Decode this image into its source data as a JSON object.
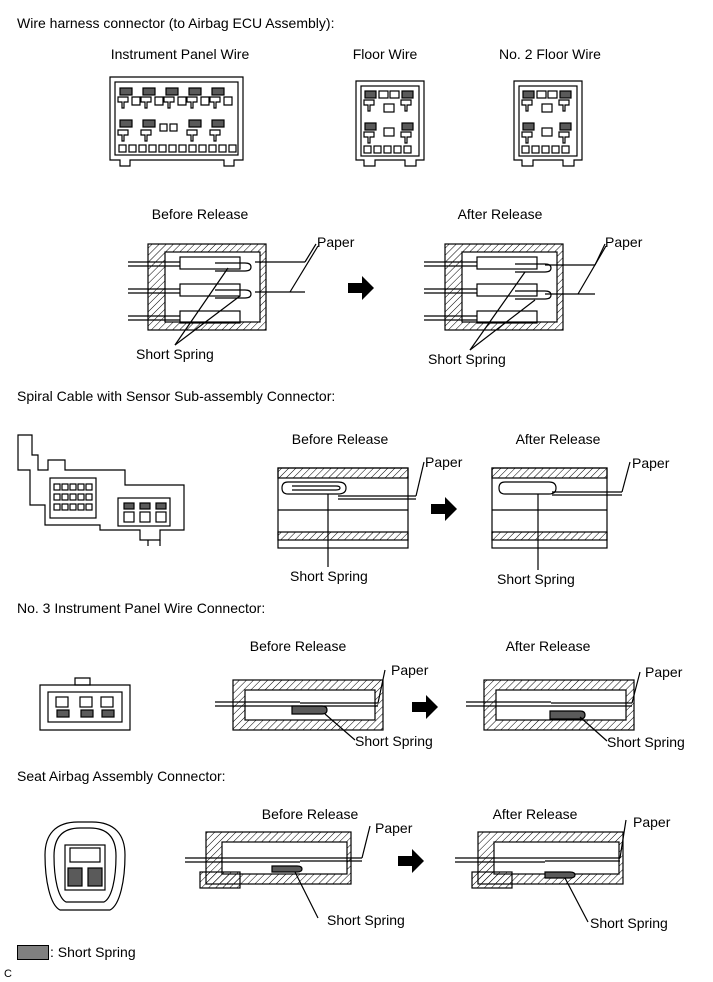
{
  "sections": [
    {
      "heading": "Wire harness connector (to Airbag ECU Assembly):",
      "connectors": [
        "Instrument Panel Wire",
        "Floor Wire",
        "No. 2 Floor Wire"
      ],
      "before": "Before Release",
      "after": "After Release",
      "paper": "Paper",
      "spring": "Short Spring"
    },
    {
      "heading": "Spiral Cable with Sensor Sub-assembly Connector:",
      "before": "Before Release",
      "after": "After Release",
      "paper": "Paper",
      "spring": "Short Spring"
    },
    {
      "heading": "No. 3 Instrument Panel Wire Connector:",
      "before": "Before Release",
      "after": "After Release",
      "paper": "Paper",
      "spring": "Short Spring"
    },
    {
      "heading": "Seat Airbag Assembly Connector:",
      "before": "Before Release",
      "after": "After Release",
      "paper": "Paper",
      "spring": "Short Spring"
    }
  ],
  "legend": {
    "label": ": Short Spring",
    "swatch_color": "#808080"
  },
  "footer_code": "C",
  "colors": {
    "line": "#000000",
    "spring_fill": "#5a5a5a",
    "background": "#ffffff"
  }
}
